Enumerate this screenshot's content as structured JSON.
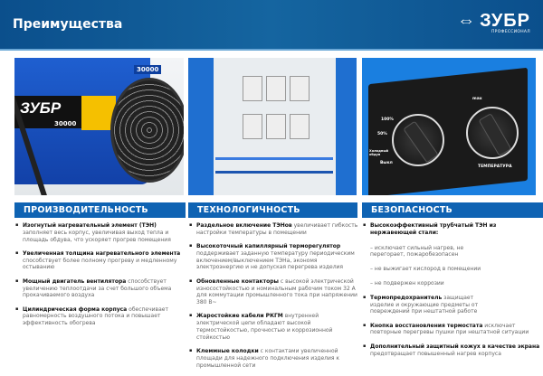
{
  "header": {
    "title": "Преимущества",
    "logo": "ЗУБР",
    "logo_sub": "ПРОФЕССИОНАЛ"
  },
  "photos": {
    "heater": {
      "brand": "ЗУБР",
      "power1": "30000",
      "power2": "30000"
    },
    "controls": {
      "labels": [
        "100%",
        "50%",
        "Холодный обдув",
        "Выкл"
      ],
      "max": "max",
      "temperature": "ТЕМПЕРАТУРА"
    }
  },
  "sections": [
    {
      "title": "ПРОИЗВОДИТЕЛЬНОСТЬ",
      "items": [
        {
          "bold": "Изогнутый нагревательный элемент (ТЭН)",
          "text": " заполняет весь корпус, увеличивая выход тепла и площадь обдува, что ускоряет прогрев помещения"
        },
        {
          "bold": "Увеличенная толщина нагревательного элемента",
          "text": " способствует более полному прогреву и медленному остыванию"
        },
        {
          "bold": "Мощный двигатель вентилятора",
          "text": " способствует увеличению теплоотдачи за счет большого объема прокачиваемого воздуха"
        },
        {
          "bold": "Цилиндрическая форма корпуса",
          "text": " обеспечивает равномерность воздушного потока и повышает эффективность обогрева"
        }
      ]
    },
    {
      "title": "ТЕХНОЛОГИЧНОСТЬ",
      "items": [
        {
          "bold": "Раздельное включение ТЭНов",
          "text": " увеличивает гибкость настройки температуры в помещении"
        },
        {
          "bold": "Высокоточный капиллярный терморегулятор",
          "text": " поддерживает заданную температуру периодическим включением/выключением ТЭНа, экономя электроэнергию и не допуская перегрева изделия"
        },
        {
          "bold": "Обновленные контакторы",
          "text": " с высокой электрической износостойкостью и номинальным рабочим током 32 А для коммутации промышленного тока при напряжении 380 В~"
        },
        {
          "bold": "Жаростойкие кабели РКГМ",
          "text": " внутренней электрической цепи обладают высокой термостойкостью, прочностью и коррозионной стойкостью"
        },
        {
          "bold": "Клеммные колодки",
          "text": " с контактами увеличенной площади для надежного подключения изделия к промышленной сети"
        }
      ]
    },
    {
      "title": "БЕЗОПАСНОСТЬ",
      "items": [
        {
          "bold": "Высокоэффективный трубчатый ТЭН из нержавеющей стали:",
          "text": "",
          "subs": [
            "– исключает сильный нагрев, не перегорает, пожаробезопасен",
            "– не выжигает кислород в помещении",
            "– не подвержен коррозии"
          ]
        },
        {
          "bold": "Термопредохранитель",
          "text": " защищает изделие и окружающие предметы от повреждений при нештатной работе"
        },
        {
          "bold": "Кнопка восстановления термостата",
          "text": " исключает повторные перегревы пушки при нештатной ситуации"
        },
        {
          "bold": "Дополнительный защитный кожух в качестве экрана",
          "text": " предотвращает повышенный нагрев корпуса"
        }
      ]
    }
  ]
}
